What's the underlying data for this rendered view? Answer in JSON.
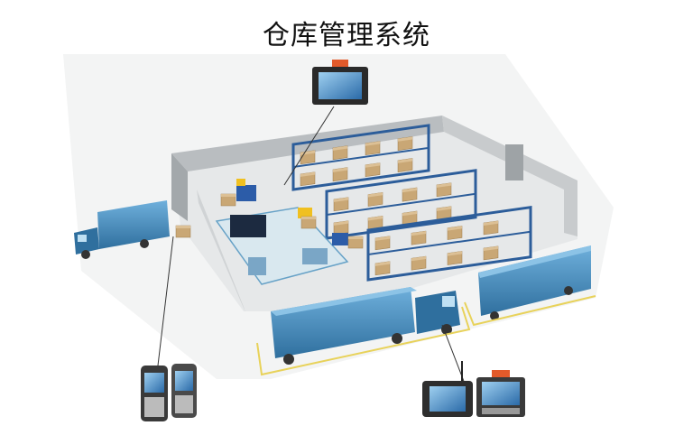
{
  "title": "仓库管理系统",
  "colors": {
    "truck_blue": "#3f86b8",
    "floor": "#f2f3f3",
    "wall": "#b9bdc0",
    "rack_blue": "#2c5d9a",
    "box": "#c9a775",
    "lines_yellow": "#e8d25a"
  },
  "icons": [
    "vehicle-mount-terminal",
    "handheld-terminal",
    "rugged-tablet",
    "forklift",
    "truck"
  ]
}
